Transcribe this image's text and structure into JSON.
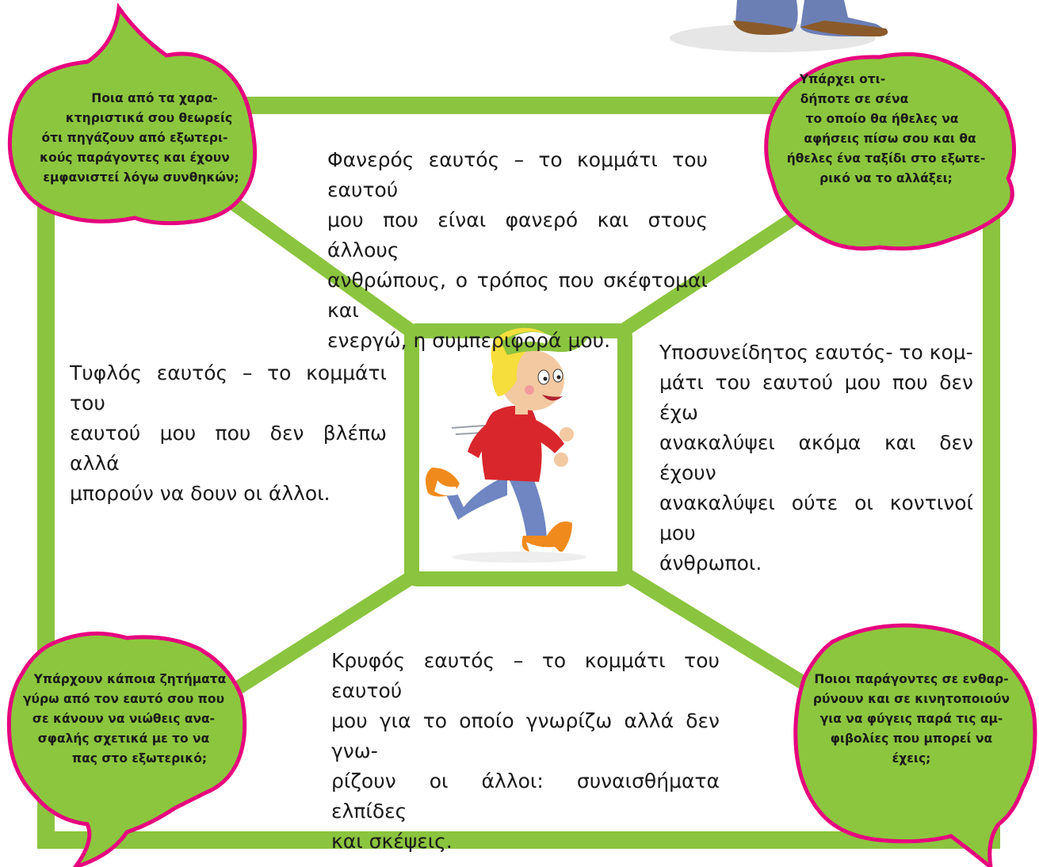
{
  "quadrants": {
    "visible_self": {
      "lines": [
        "Φανερός εαυτός – το κομμάτι του εαυτού",
        "μου που είναι φανερό και στους άλλους",
        "ανθρώπους, ο τρόπος που σκέφτομαι και",
        "ενεργώ, η συμπεριφορά μου."
      ]
    },
    "blind_self": {
      "lines": [
        "Τυφλός εαυτός – το κομμάτι του",
        "εαυτού μου που δεν βλέπω αλλά",
        "μπορούν να δουν οι άλλοι."
      ]
    },
    "unconscious_self": {
      "lines": [
        "Υποσυνείδητος εαυτός- το κομ-",
        "μάτι του εαυτού μου που δεν έχω",
        "ανακαλύψει ακόμα και δεν έχουν",
        "ανακαλύψει ούτε οι κοντινοί μου",
        "άνθρωποι."
      ]
    },
    "hidden_self": {
      "lines": [
        "Κρυφός εαυτός – το κομμάτι του εαυτού",
        "μου για το οποίο γνωρίζω αλλά δεν γνω-",
        "ρίζουν οι άλλοι: συναισθήματα ελπίδες",
        "και σκέψεις."
      ]
    }
  },
  "bubbles": {
    "top_left": {
      "lines": [
        "Ποια από τα χαρα-",
        "κτηριστικά σου θεωρείς",
        "ότι πηγάζουν από εξωτερι-",
        "κούς παράγοντες και έχουν",
        "εμφανιστεί λόγω συνθηκών;"
      ]
    },
    "top_right": {
      "lines": [
        "Υπάρχει οτι-",
        "δήποτε σε σένα",
        "το οποίο θα ήθελες να",
        "αφήσεις πίσω σου και θα",
        "ήθελες ένα ταξίδι στο εξωτε-",
        "ρικό να το αλλάξει;"
      ]
    },
    "bottom_left": {
      "lines": [
        "Υπάρχουν κάποια ζητήματα",
        "γύρω από τον εαυτό σου που",
        "σε κάνουν να νιώθεις ανα-",
        "σφαλής σχετικά με το να",
        "πας στο εξωτερικό;"
      ]
    },
    "bottom_right": {
      "lines": [
        "Ποιοι παράγοντες σε ενθαρ-",
        "ρύνουν και σε κινητοποιούν",
        "για να φύγεις παρά τις αμ-",
        "φιβολίες που μπορεί να",
        "έχεις;"
      ]
    }
  },
  "colors": {
    "frame_green": "#8bc43f",
    "bubble_green": "#8cc63e",
    "bubble_border": "#e6007e",
    "text": "#1a1a1a"
  },
  "icons": {
    "center_illustration": "running-boy-icon",
    "top_corner_illustration": "cartoon-feet-icon"
  }
}
